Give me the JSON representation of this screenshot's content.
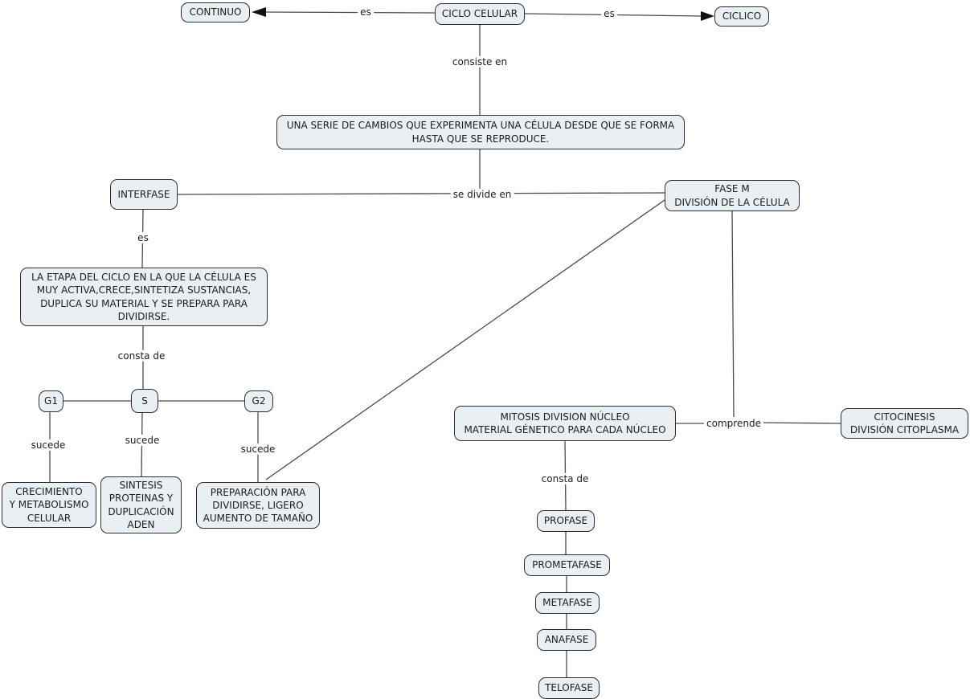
{
  "nodes": {
    "ciclo_celular": "CICLO CELULAR",
    "continuo": "CONTINUO",
    "ciclico": "CICLICO",
    "descripcion": "UNA SERIE DE CAMBIOS QUE EXPERIMENTA UNA CÉLULA DESDE QUE SE FORMA\nHASTA QUE SE REPRODUCE.",
    "interfase": "INTERFASE",
    "fase_m": "FASE M\nDIVISIÓN DE LA CÉLULA",
    "etapa_interfase": "LA ETAPA DEL CICLO EN LA QUE LA CÉLULA ES\nMUY ACTIVA,CRECE,SINTETIZA SUSTANCIAS,\nDUPLICA SU MATERIAL Y SE PREPARA PARA\nDIVIDIRSE.",
    "g1": "G1",
    "s": "S",
    "g2": "G2",
    "crecimiento": "CRECIMIENTO\nY METABOLISMO\nCELULAR",
    "sintesis": "SINTESIS\nPROTEINAS Y\nDUPLICACIÓN\nADEN",
    "preparacion": "PREPARACIÓN PARA\nDIVIDIRSE, LIGERO\nAUMENTO DE TAMAÑO",
    "mitosis": "MITOSIS DIVISION NÚCLEO\nMATERIAL GÉNETICO PARA CADA NÚCLEO",
    "citocinesis": "CITOCINESIS\nDIVISIÓN CITOPLASMA",
    "profase": "PROFASE",
    "prometafase": "PROMETAFASE",
    "metafase": "METAFASE",
    "anafase": "ANAFASE",
    "telofase": "TELOFASE"
  },
  "labels": {
    "es_continuo": "es",
    "es_ciclico": "es",
    "consiste_en": "consiste en",
    "se_divide_en": "se divide en",
    "es_interfase": "es",
    "consta_de_interfase": "consta de",
    "sucede_g1": "sucede",
    "sucede_s": "sucede",
    "sucede_g2": "sucede",
    "comprende": "comprende",
    "consta_de_mitosis": "consta de"
  },
  "colors": {
    "background": "#ffffff",
    "node_fill": "#e9eff2",
    "node_border": "#2e2e2e",
    "line": "#4a4a4a",
    "arrow": "#111111",
    "text": "#1c1c1c"
  }
}
